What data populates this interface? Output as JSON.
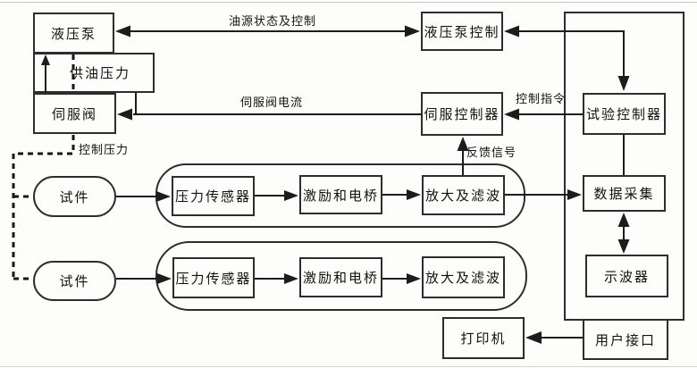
{
  "diagram": {
    "title_hint": "hydraulic-servo-test-system-block-diagram",
    "nodes": {
      "pump": "液压泵",
      "pump_control": "液压泵控制",
      "supply_pressure": "供油压力",
      "servo_valve": "伺服阀",
      "servo_controller": "伺服控制器",
      "test_controller": "试验控制器",
      "specimen_1": "试件",
      "pressure_sensor_1": "压力传感器",
      "bridge_1": "激励和电桥",
      "amplifier_1": "放大及滤波",
      "data_acquisition": "数据采集",
      "specimen_2": "试件",
      "pressure_sensor_2": "压力传感器",
      "bridge_2": "激励和电桥",
      "amplifier_2": "放大及滤波",
      "oscilloscope": "示波器",
      "printer": "打印机",
      "user_interface": "用户接口"
    },
    "edge_labels": {
      "oil_status": "油源状态及控制",
      "valve_current": "伺服阀电流",
      "control_command": "控制指令",
      "feedback_signal": "反馈信号",
      "control_pressure": "控制压力"
    },
    "colors": {
      "line": "#1c1c1c",
      "border": "#2d2d2d",
      "text": "#111111",
      "background": "#fdfdfc"
    }
  }
}
